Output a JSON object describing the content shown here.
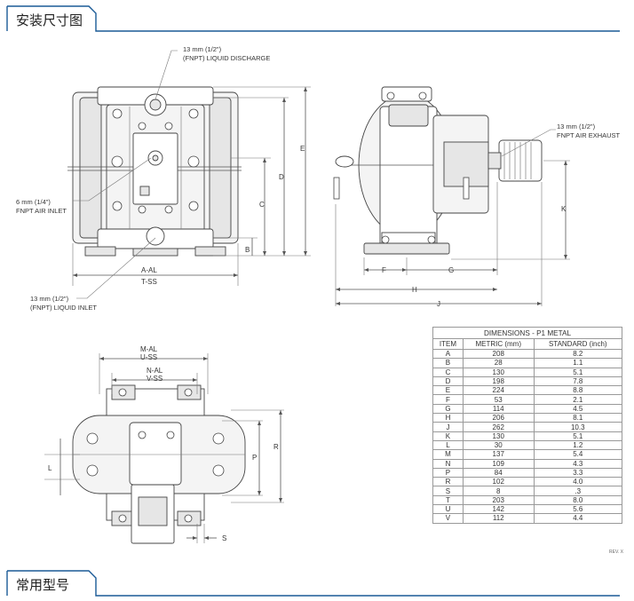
{
  "sections": {
    "install": "安装尺寸图",
    "common": "常用型号"
  },
  "callouts": {
    "discharge_1": "13 mm (1/2\")",
    "discharge_2": "(FNPT) LIQUID DISCHARGE",
    "air_inlet_1": "6 mm (1/4\")",
    "air_inlet_2": "FNPT AIR INLET",
    "liquid_inlet_1": "13 mm (1/2\")",
    "liquid_inlet_2": "(FNPT) LIQUID INLET",
    "exhaust_1": "13 mm (1/2\")",
    "exhaust_2": "FNPT AIR EXHAUST"
  },
  "dim_labels": {
    "front": {
      "A_AL": "A-AL",
      "T_SS": "T-SS",
      "B": "B",
      "C": "C",
      "D": "D",
      "E": "E"
    },
    "side": {
      "F": "F",
      "G": "G",
      "H": "H",
      "J": "J",
      "K": "K"
    },
    "bottom": {
      "M_AL": "M-AL",
      "U_SS": "U-SS",
      "N_AL": "N-AL",
      "V_SS": "V-SS",
      "L": "L",
      "P": "P",
      "R": "R",
      "S": "S"
    }
  },
  "table": {
    "caption": "DIMENSIONS - P1 METAL",
    "headers": [
      "ITEM",
      "METRIC (mm)",
      "STANDARD (inch)"
    ],
    "rows": [
      [
        "A",
        "208",
        "8.2"
      ],
      [
        "B",
        "28",
        "1.1"
      ],
      [
        "C",
        "130",
        "5.1"
      ],
      [
        "D",
        "198",
        "7.8"
      ],
      [
        "E",
        "224",
        "8.8"
      ],
      [
        "F",
        "53",
        "2.1"
      ],
      [
        "G",
        "114",
        "4.5"
      ],
      [
        "H",
        "206",
        "8.1"
      ],
      [
        "J",
        "262",
        "10.3"
      ],
      [
        "K",
        "130",
        "5.1"
      ],
      [
        "L",
        "30",
        "1.2"
      ],
      [
        "M",
        "137",
        "5.4"
      ],
      [
        "N",
        "109",
        "4.3"
      ],
      [
        "P",
        "84",
        "3.3"
      ],
      [
        "R",
        "102",
        "4.0"
      ],
      [
        "S",
        "8",
        ".3"
      ],
      [
        "T",
        "203",
        "8.0"
      ],
      [
        "U",
        "142",
        "5.6"
      ],
      [
        "V",
        "112",
        "4.4"
      ]
    ]
  },
  "rev": "REV. X"
}
